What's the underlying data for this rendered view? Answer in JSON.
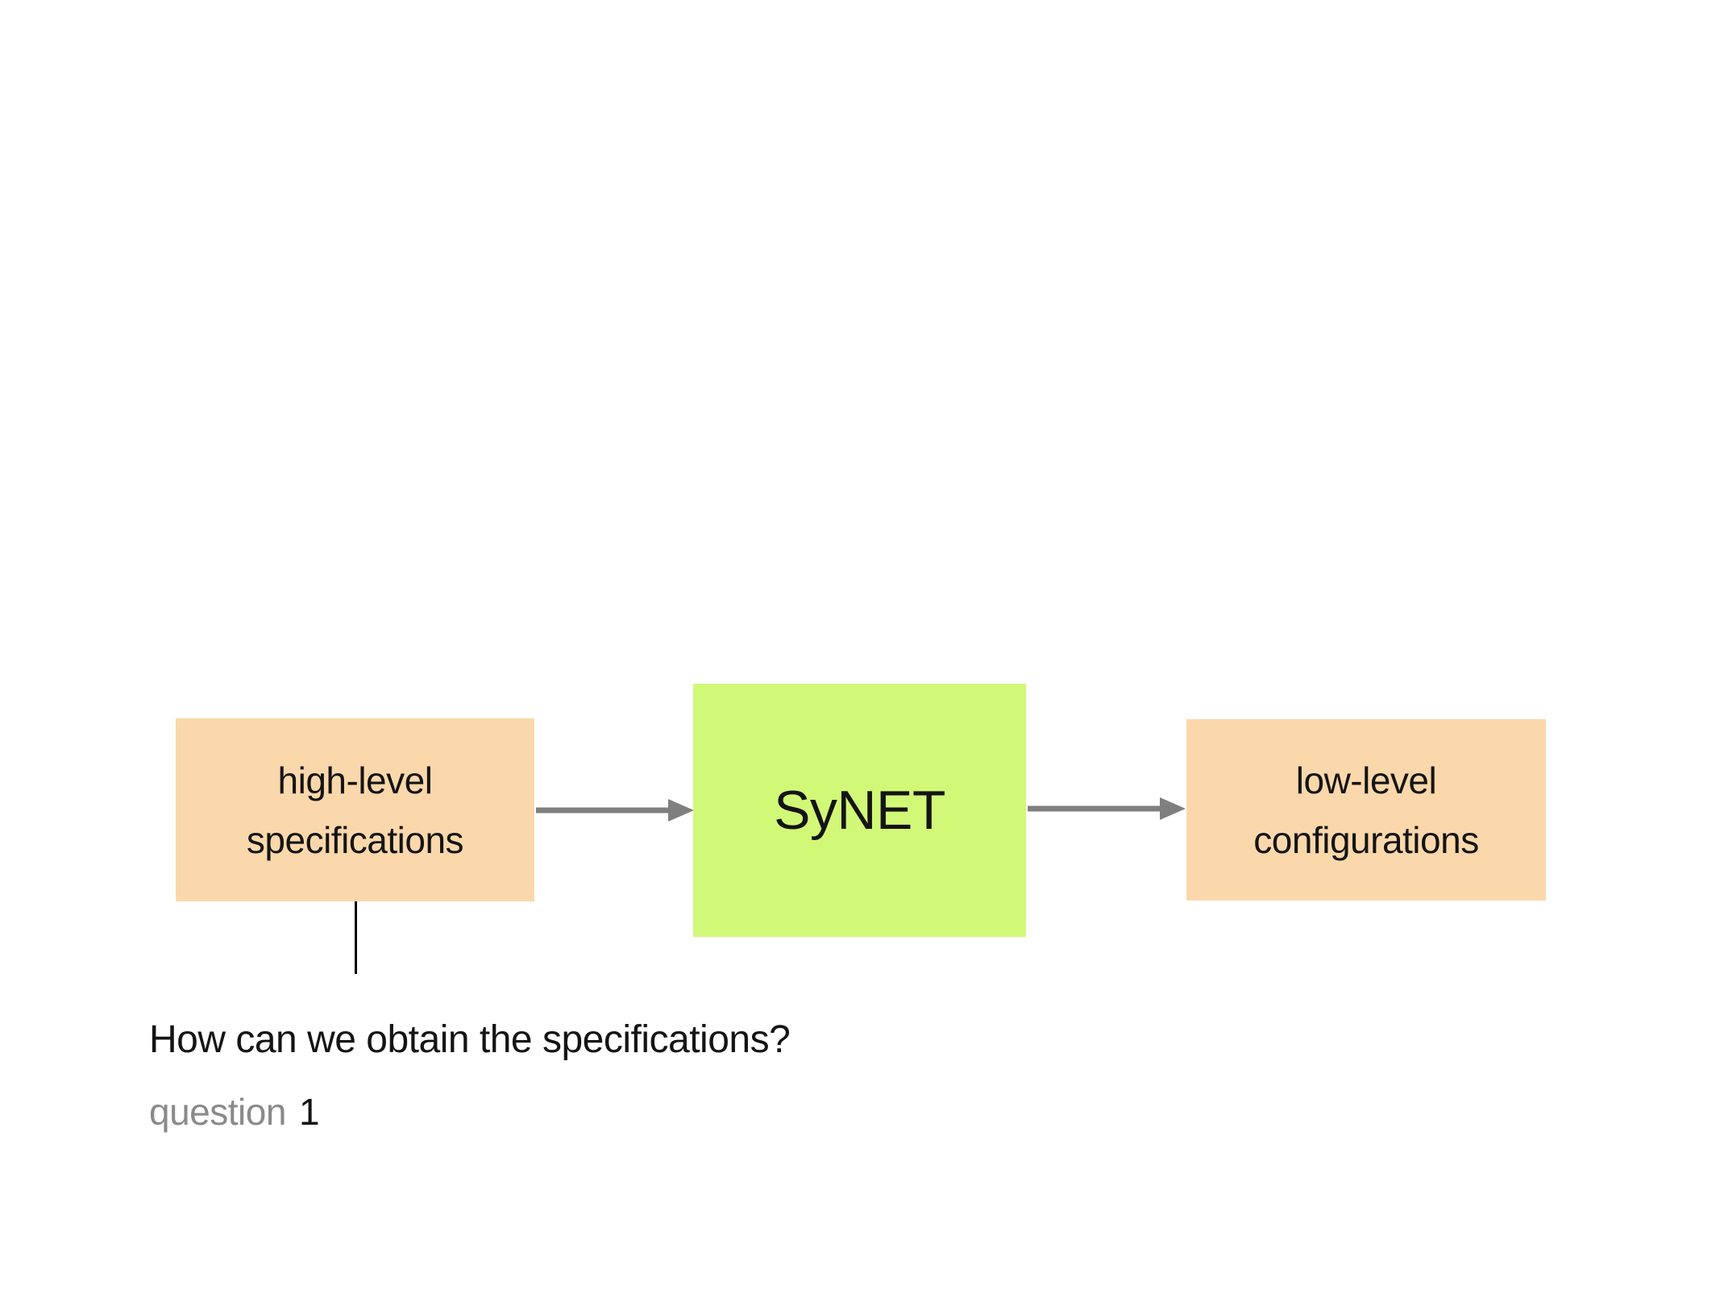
{
  "colors": {
    "slide_bg": "#ffffff",
    "peach": "#fbd8ab",
    "green": "#d2f877",
    "arrow": "#7f7f7f",
    "text": "#141414",
    "muted": "#8a8a8a"
  },
  "nodes": {
    "specs": {
      "line1": "high-level",
      "line2": "specifications"
    },
    "synet": {
      "label": "SyNET"
    },
    "configs": {
      "line1": "low-level",
      "line2": "configurations"
    }
  },
  "annotation": {
    "question": "How can we obtain the specifications?",
    "label_word": "question",
    "label_number": "1"
  }
}
